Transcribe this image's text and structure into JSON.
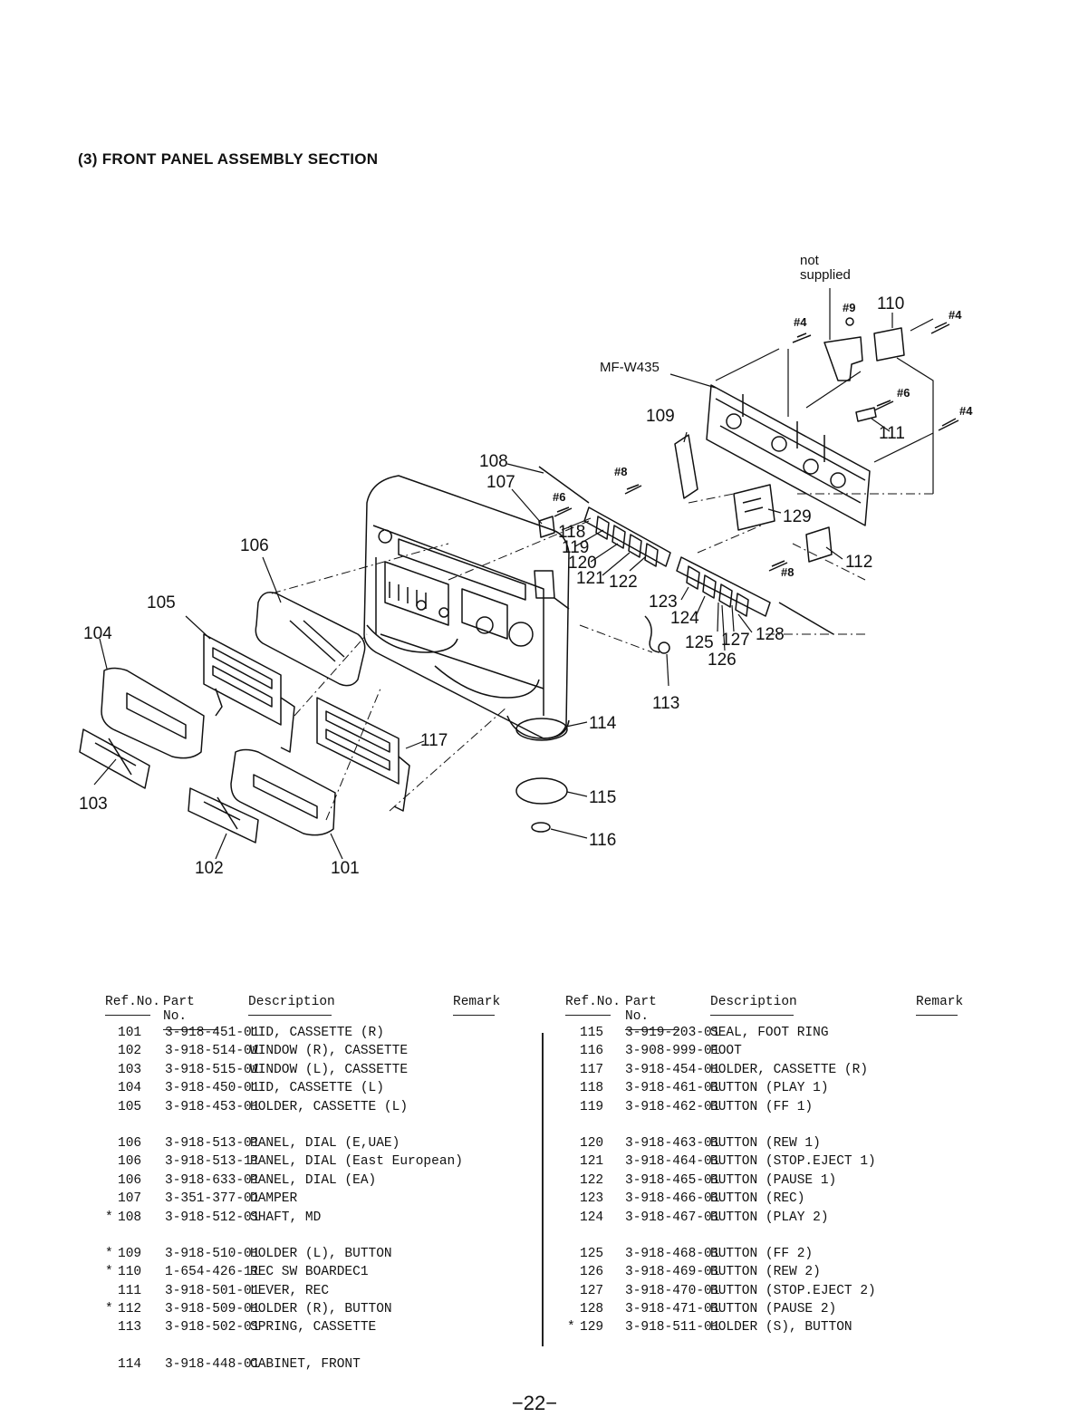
{
  "section_title": "(3)  FRONT  PANEL  ASSEMBLY  SECTION",
  "diagram": {
    "not_supplied": [
      "not",
      "supplied"
    ],
    "model_label": "MF-W435",
    "callouts": [
      "101",
      "102",
      "103",
      "104",
      "105",
      "106",
      "107",
      "108",
      "109",
      "110",
      "111",
      "112",
      "113",
      "114",
      "115",
      "116",
      "117",
      "118",
      "119",
      "120",
      "121",
      "122",
      "123",
      "124",
      "125",
      "126",
      "127",
      "128",
      "129"
    ],
    "screw_labels": [
      "#4",
      "#4",
      "#4",
      "#6",
      "#6",
      "#8",
      "#8",
      "#9"
    ]
  },
  "table": {
    "headers": {
      "ref": "Ref.No.",
      "part": "Part No.",
      "desc": "Description",
      "remark": "Remark"
    },
    "left": [
      {
        "mark": "",
        "ref": "101",
        "part": "3-918-451-01",
        "desc": "LID, CASSETTE (R)"
      },
      {
        "mark": "",
        "ref": "102",
        "part": "3-918-514-01",
        "desc": "WINDOW (R), CASSETTE"
      },
      {
        "mark": "",
        "ref": "103",
        "part": "3-918-515-01",
        "desc": "WINDOW (L), CASSETTE"
      },
      {
        "mark": "",
        "ref": "104",
        "part": "3-918-450-01",
        "desc": "LID, CASSETTE (L)"
      },
      {
        "mark": "",
        "ref": "105",
        "part": "3-918-453-01",
        "desc": "HOLDER, CASSETTE (L)"
      },
      {
        "gap": true
      },
      {
        "mark": "",
        "ref": "106",
        "part": "3-918-513-01",
        "desc": "PANEL, DIAL (E,UAE)"
      },
      {
        "mark": "",
        "ref": "106",
        "part": "3-918-513-11",
        "desc": "PANEL, DIAL (East European)"
      },
      {
        "mark": "",
        "ref": "106",
        "part": "3-918-633-01",
        "desc": "PANEL, DIAL (EA)"
      },
      {
        "mark": "",
        "ref": "107",
        "part": "3-351-377-01",
        "desc": "DAMPER"
      },
      {
        "mark": "*",
        "ref": "108",
        "part": "3-918-512-01",
        "desc": "SHAFT, MD"
      },
      {
        "gap": true
      },
      {
        "mark": "*",
        "ref": "109",
        "part": "3-918-510-01",
        "desc": "HOLDER (L), BUTTON"
      },
      {
        "mark": "*",
        "ref": "110",
        "part": "1-654-426-11",
        "desc": "REC SW BOARDEC1"
      },
      {
        "mark": "",
        "ref": "111",
        "part": "3-918-501-01",
        "desc": "LEVER, REC"
      },
      {
        "mark": "*",
        "ref": "112",
        "part": "3-918-509-01",
        "desc": "HOLDER (R), BUTTON"
      },
      {
        "mark": "",
        "ref": "113",
        "part": "3-918-502-01",
        "desc": "SPRING, CASSETTE"
      },
      {
        "gap": true
      },
      {
        "mark": "",
        "ref": "114",
        "part": "3-918-448-01",
        "desc": "CABINET, FRONT"
      }
    ],
    "right": [
      {
        "mark": "",
        "ref": "115",
        "part": "3-919-203-01",
        "desc": "SEAL, FOOT RING"
      },
      {
        "mark": "",
        "ref": "116",
        "part": "3-908-999-01",
        "desc": "FOOT"
      },
      {
        "mark": "",
        "ref": "117",
        "part": "3-918-454-01",
        "desc": "HOLDER, CASSETTE (R)"
      },
      {
        "mark": "",
        "ref": "118",
        "part": "3-918-461-01",
        "desc": "BUTTON (PLAY 1)"
      },
      {
        "mark": "",
        "ref": "119",
        "part": "3-918-462-01",
        "desc": "BUTTON (FF 1)"
      },
      {
        "gap": true
      },
      {
        "mark": "",
        "ref": "120",
        "part": "3-918-463-01",
        "desc": "BUTTON (REW 1)"
      },
      {
        "mark": "",
        "ref": "121",
        "part": "3-918-464-01",
        "desc": "BUTTON (STOP.EJECT 1)"
      },
      {
        "mark": "",
        "ref": "122",
        "part": "3-918-465-01",
        "desc": "BUTTON (PAUSE 1)"
      },
      {
        "mark": "",
        "ref": "123",
        "part": "3-918-466-01",
        "desc": "BUTTON (REC)"
      },
      {
        "mark": "",
        "ref": "124",
        "part": "3-918-467-01",
        "desc": "BUTTON (PLAY 2)"
      },
      {
        "gap": true
      },
      {
        "mark": "",
        "ref": "125",
        "part": "3-918-468-01",
        "desc": "BUTTON (FF 2)"
      },
      {
        "mark": "",
        "ref": "126",
        "part": "3-918-469-01",
        "desc": "BUTTON (REW 2)"
      },
      {
        "mark": "",
        "ref": "127",
        "part": "3-918-470-01",
        "desc": "BUTTON (STOP.EJECT 2)"
      },
      {
        "mark": "",
        "ref": "128",
        "part": "3-918-471-01",
        "desc": "BUTTON (PAUSE 2)"
      },
      {
        "mark": "*",
        "ref": "129",
        "part": "3-918-511-01",
        "desc": "HOLDER (S), BUTTON"
      }
    ]
  },
  "page_number": "−22−"
}
